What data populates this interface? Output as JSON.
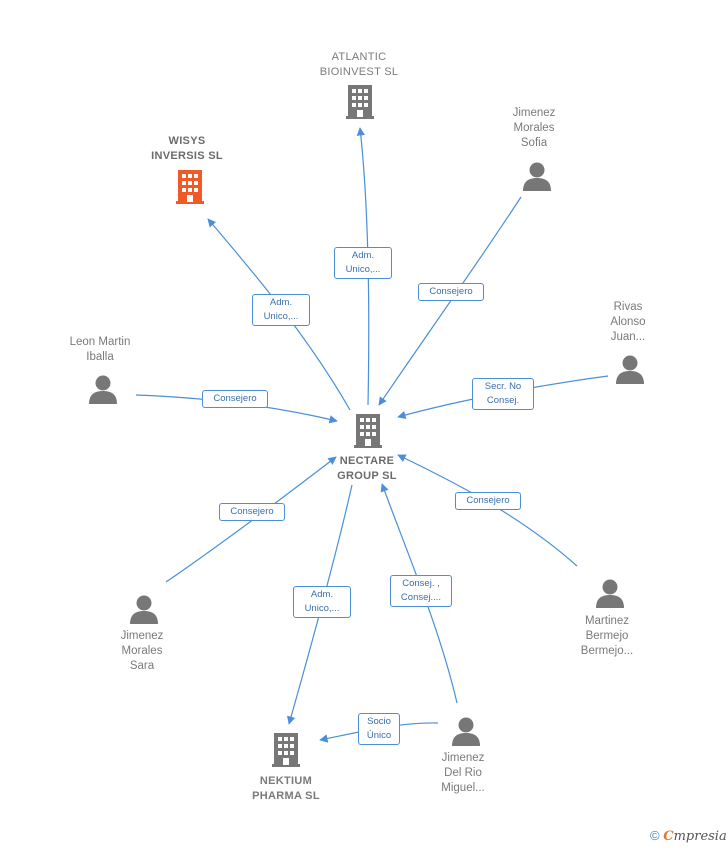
{
  "nodes": {
    "center": {
      "label": "NECTARE\nGROUP  SL",
      "icon": "building-icon",
      "color": "#777777"
    },
    "atlantic": {
      "label": "ATLANTIC\nBIOINVEST SL",
      "icon": "building-icon",
      "color": "#777777"
    },
    "wisys": {
      "label": "WISYS\nINVERSIS  SL",
      "icon": "building-icon",
      "color": "#f05a28"
    },
    "nektium": {
      "label": "NEKTIUM\nPHARMA  SL",
      "icon": "building-icon",
      "color": "#777777"
    },
    "sofia": {
      "label": "Jimenez\nMorales\nSofia",
      "icon": "person-icon"
    },
    "rivas": {
      "label": "Rivas\nAlonso\nJuan...",
      "icon": "person-icon"
    },
    "leon": {
      "label": "Leon Martin\nIballa",
      "icon": "person-icon"
    },
    "sara": {
      "label": "Jimenez\nMorales\nSara",
      "icon": "person-icon"
    },
    "martinez": {
      "label": "Martinez\nBermejo\nBermejo...",
      "icon": "person-icon"
    },
    "miguel": {
      "label": "Jimenez\nDel Rio\nMiguel...",
      "icon": "person-icon"
    }
  },
  "edges": {
    "atlantic": "Adm.\nUnico,...",
    "wisys": "Adm.\nUnico,...",
    "sofia": "Consejero",
    "rivas": "Secr.  No\nConsej.",
    "leon": "Consejero",
    "sara": "Consejero",
    "martinez": "Consejero",
    "nektium": "Adm.\nUnico,...",
    "miguel_center": "Consej. ,\nConsej....",
    "miguel_nektium": "Socio\nÚnico"
  },
  "colors": {
    "edge": "#4a8fd8",
    "person": "#777777",
    "label": "#7a7a7a"
  },
  "footer": {
    "copyright": "©",
    "brand_initial": "C",
    "brand_rest": "mpresia"
  }
}
